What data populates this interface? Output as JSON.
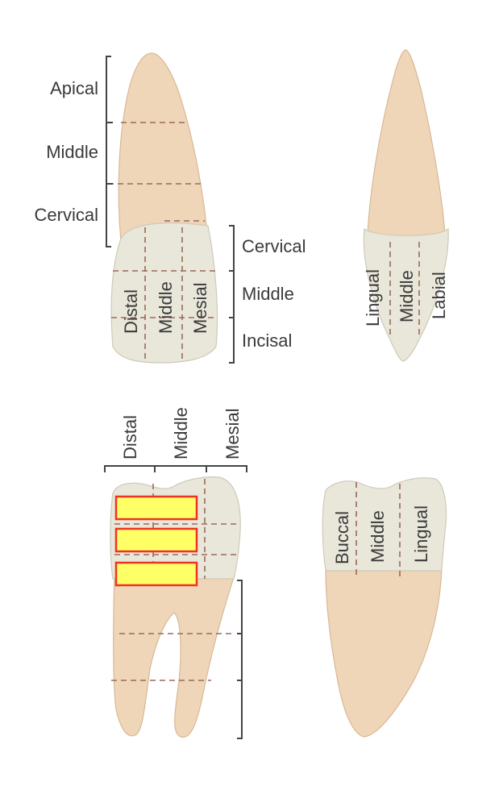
{
  "colors": {
    "root": "#efd6b8",
    "crown": "#e9e7d9",
    "highlight_fill": "#ffff66",
    "highlight_border": "#ee3322",
    "label": "#3a3a3a"
  },
  "incisor_mesial_view": {
    "root_thirds": [
      "Apical",
      "Middle",
      "Cervical"
    ],
    "crown_thirds_vertical": [
      "Cervical",
      "Middle",
      "Incisal"
    ],
    "crown_thirds_horizontal": [
      "Distal",
      "Middle",
      "Mesial"
    ]
  },
  "incisor_proximal_view": {
    "crown_thirds": [
      "Lingual",
      "Middle",
      "Labial"
    ]
  },
  "molar_buccal_view": {
    "crown_thirds_horizontal": [
      "Distal",
      "Middle",
      "Mesial"
    ],
    "masked_labels_count": 3
  },
  "molar_proximal_view": {
    "crown_thirds": [
      "Buccal",
      "Middle",
      "Lingual"
    ]
  }
}
